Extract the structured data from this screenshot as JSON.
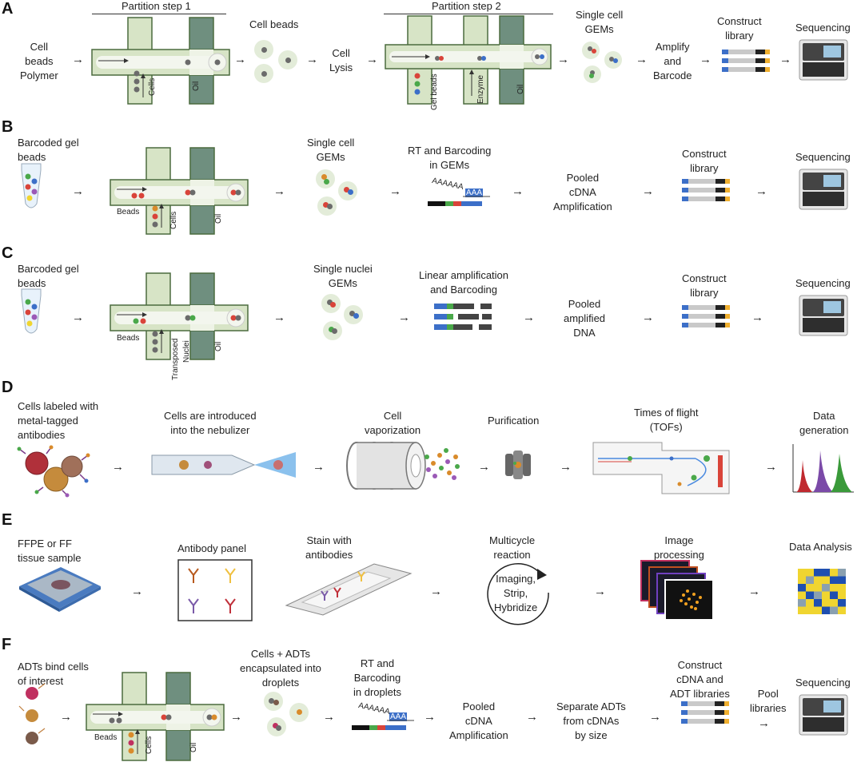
{
  "panels": {
    "A": {
      "letter": "A",
      "step1": "Partition step 1",
      "step2": "Partition step 2",
      "input": "Cell\nbeads\nPolymer",
      "cells_label": "Cells",
      "oil_label": "Oil",
      "cell_beads": "Cell beads",
      "lysis": "Cell\nLysis",
      "gel_beads": "Gel beads",
      "enzyme": "Enzyme",
      "oil2": "Oil",
      "gems": "Single cell\nGEMs",
      "amplify": "Amplify\nand\nBarcode",
      "construct": "Construct\nlibrary",
      "sequencing": "Sequencing"
    },
    "B": {
      "letter": "B",
      "input": "Barcoded gel\nbeads",
      "beads": "Beads",
      "cells": "Cells",
      "oil": "Oil",
      "gems": "Single cell\nGEMs",
      "rt": "RT and Barcoding\nin GEMs",
      "polya": "AAAAAA",
      "polya2": "AAA",
      "pooled": "Pooled\ncDNA\nAmplification",
      "construct": "Construct\nlibrary",
      "sequencing": "Sequencing"
    },
    "C": {
      "letter": "C",
      "input": "Barcoded gel\nbeads",
      "beads": "Beads",
      "transposed": "Transposed",
      "nuclei": "Nuclei",
      "oil": "Oil",
      "gems": "Single nuclei\nGEMs",
      "linear": "Linear amplification\nand Barcoding",
      "pooled": "Pooled\namplified\nDNA",
      "construct": "Construct\nlibrary",
      "sequencing": "Sequencing"
    },
    "D": {
      "letter": "D",
      "input": "Cells labeled with\nmetal-tagged\nantibodies",
      "nebulizer": "Cells are introduced\ninto the nebulizer",
      "vaporization": "Cell\nvaporization",
      "purification": "Purification",
      "tof": "Times of flight\n(TOFs)",
      "data": "Data\ngeneration"
    },
    "E": {
      "letter": "E",
      "input": "FFPE or FF\ntissue sample",
      "panel": "Antibody panel",
      "stain": "Stain with\nantibodies",
      "multicycle": "Multicycle\nreaction",
      "cycle": "Imaging,\nStrip,\nHybridize",
      "image": "Image\nprocessing",
      "analysis": "Data Analysis"
    },
    "F": {
      "letter": "F",
      "input": "ADTs bind cells\nof interest",
      "beads": "Beads",
      "cells": "Cells",
      "oil": "Oil",
      "encap": "Cells + ADTs\nencapsulated into\ndroplets",
      "rt": "RT and\nBarcoding\nin droplets",
      "polya": "AAAAAA",
      "polya2": "AAA",
      "pooled": "Pooled\ncDNA\nAmplification",
      "separate": "Separate ADTs\nfrom cDNAs\nby size",
      "construct": "Construct\ncDNA and\nADT libraries",
      "pool": "Pool\nlibraries",
      "sequencing": "Sequencing"
    }
  },
  "arrow_glyph": "→",
  "colors": {
    "chip_light": "#d7e4c6",
    "chip_dark": "#6f8f7f",
    "chip_border": "#4b6b3e",
    "bead_bubble": "#e3ecd9",
    "red": "#d9443a",
    "green": "#4aa84a",
    "blue": "#3c6fc8",
    "orange": "#d98b2b",
    "gray": "#6b6b6b",
    "heat_yellow": "#f0d530",
    "heat_blue": "#1f4fb0"
  }
}
